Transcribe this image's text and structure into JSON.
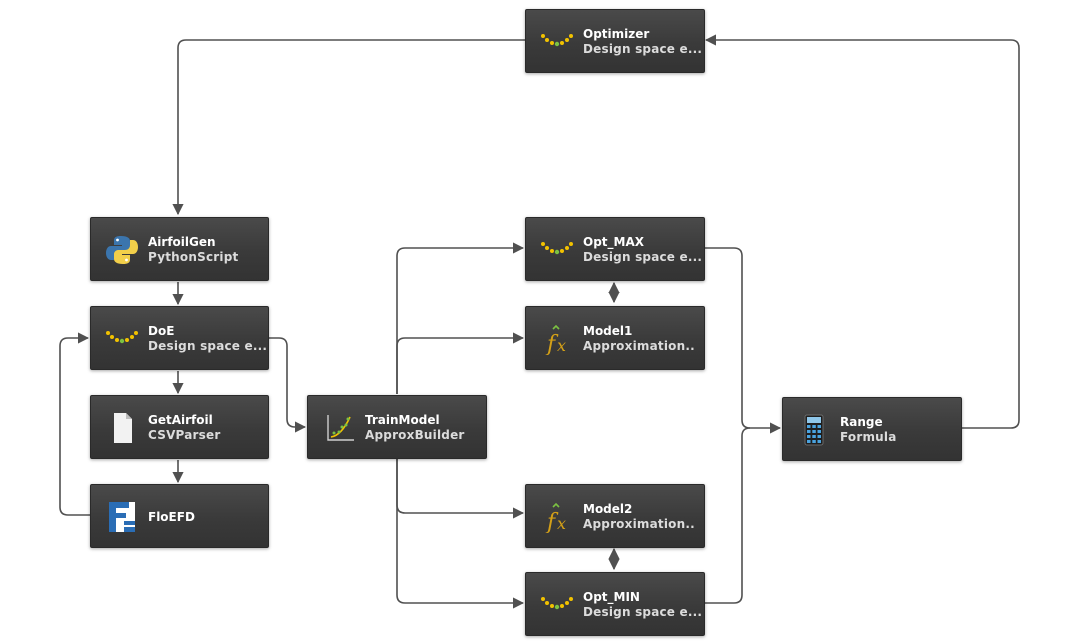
{
  "nodes": {
    "optimizer": {
      "title": "Optimizer",
      "subtitle": "Design space e...",
      "icon": "optimizer-dots-icon"
    },
    "airfoilgen": {
      "title": "AirfoilGen",
      "subtitle": "PythonScript",
      "icon": "python-icon"
    },
    "doe": {
      "title": "DoE",
      "subtitle": "Design space e...",
      "icon": "optimizer-dots-icon"
    },
    "getairfoil": {
      "title": "GetAirfoil",
      "subtitle": "CSVParser",
      "icon": "file-icon"
    },
    "floefd": {
      "title": "FloEFD",
      "subtitle": "",
      "icon": "floefd-logo-icon"
    },
    "trainmodel": {
      "title": "TrainModel",
      "subtitle": "ApproxBuilder",
      "icon": "approx-builder-icon"
    },
    "opt_max": {
      "title": "Opt_MAX",
      "subtitle": "Design space e...",
      "icon": "optimizer-dots-icon"
    },
    "model1": {
      "title": "Model1",
      "subtitle": "Approximation..",
      "icon": "function-fx-icon"
    },
    "model2": {
      "title": "Model2",
      "subtitle": "Approximation..",
      "icon": "function-fx-icon"
    },
    "opt_min": {
      "title": "Opt_MIN",
      "subtitle": "Design space e...",
      "icon": "optimizer-dots-icon"
    },
    "range": {
      "title": "Range",
      "subtitle": "Formula",
      "icon": "calculator-icon"
    }
  },
  "colors": {
    "node_bg": "#3d3d3d",
    "wire": "#505050",
    "dots_green": "#7cc242",
    "dots_yellow": "#f2c200",
    "fx_gold": "#d4a017",
    "python_blue": "#3b75ad",
    "python_yellow": "#f2cf4a",
    "floefd_blue": "#2a6db5"
  }
}
